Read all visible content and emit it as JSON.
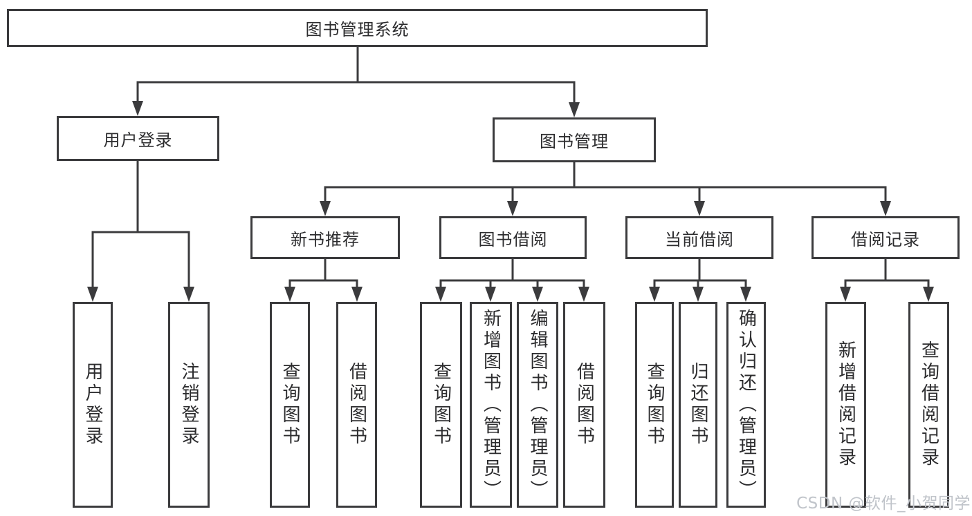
{
  "colors": {
    "line": "#3b3b3d",
    "text": "#2c2c2e",
    "box_background": "#ffffff",
    "page_background": "#ffffff",
    "watermark": "#c0c4ca"
  },
  "tree": {
    "label": "图书管理系统",
    "children": [
      {
        "label": "用户登录",
        "children": [
          {
            "label": "用户登录"
          },
          {
            "label": "注销登录"
          }
        ]
      },
      {
        "label": "图书管理",
        "children": [
          {
            "label": "新书推荐",
            "children": [
              {
                "label": "查询图书"
              },
              {
                "label": "借阅图书"
              }
            ]
          },
          {
            "label": "图书借阅",
            "children": [
              {
                "label": "查询图书"
              },
              {
                "label": "新增图书（管理员）"
              },
              {
                "label": "编辑图书（管理员）"
              },
              {
                "label": "借阅图书"
              }
            ]
          },
          {
            "label": "当前借阅",
            "children": [
              {
                "label": "查询图书"
              },
              {
                "label": "归还图书"
              },
              {
                "label": "确认归还（管理员）"
              }
            ]
          },
          {
            "label": "借阅记录",
            "children": [
              {
                "label": "新增借阅记录"
              },
              {
                "label": "查询借阅记录"
              }
            ]
          }
        ]
      }
    ]
  },
  "watermark": {
    "text": "CSDN @软件_小贺同学"
  }
}
